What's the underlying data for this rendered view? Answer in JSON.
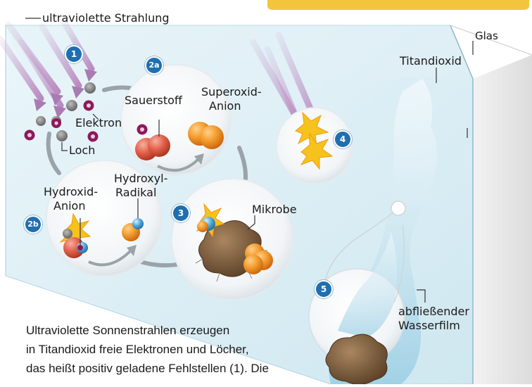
{
  "labels": {
    "uv": "ultraviolette Strahlung",
    "glas": "Glas",
    "titandioxid": "Titandioxid",
    "elektron": "Elektron",
    "loch": "Loch",
    "sauerstoff": "Sauerstoff",
    "superoxid_1": "Superoxid-",
    "superoxid_2": "Anion",
    "hydroxid_1": "Hydroxid-",
    "hydroxid_2": "Anion",
    "hydroxyl_1": "Hydroxyl-",
    "hydroxyl_2": "Radikal",
    "mikrobe": "Mikrobe",
    "wasser_1": "abfließender",
    "wasser_2": "Wasserfilm"
  },
  "steps": [
    "1",
    "2a",
    "2b",
    "3",
    "4",
    "5"
  ],
  "caption": [
    "Ultraviolette Sonnenstrahlen erzeugen",
    "in Titandioxid freie Elektronen und Löcher,",
    "das heißt positiv geladene Fehlstellen (1). Die"
  ],
  "colors": {
    "badge": "#1f6fb0",
    "uv_ray": "#c9a6cf",
    "oxygen": "#e8821e",
    "hydrogen": "#4aa3d8",
    "electron": "#8b1a5a",
    "hole": "#777777",
    "glass": "#d6ecf3",
    "spark": "#f6c21c",
    "microbe": "#7a5a3a"
  }
}
